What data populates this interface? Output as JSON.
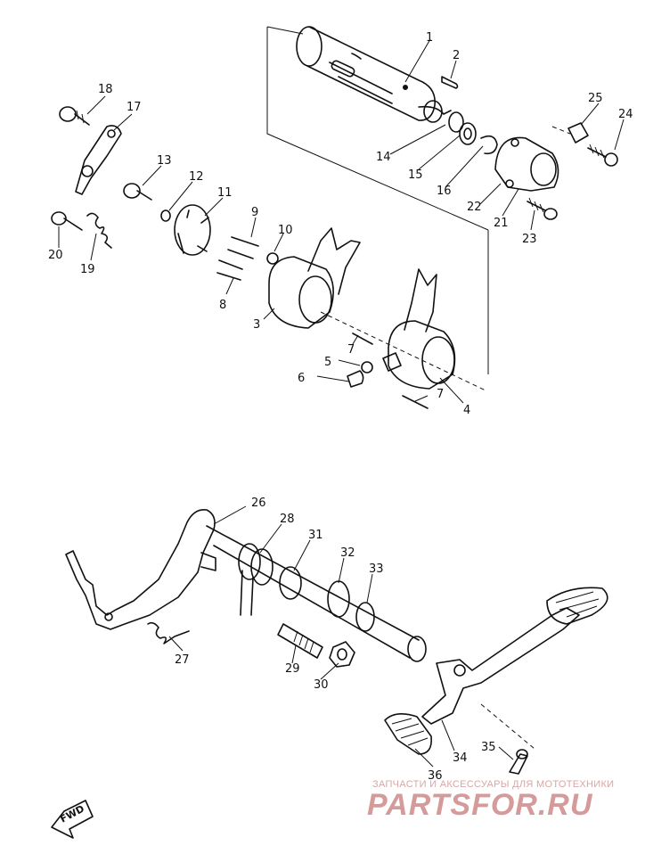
{
  "labels": {
    "l1": "1",
    "l2": "2",
    "l3": "3",
    "l4": "4",
    "l5": "5",
    "l6": "6",
    "l7a": "7",
    "l7b": "7",
    "l8": "8",
    "l9": "9",
    "l10": "10",
    "l11": "11",
    "l12": "12",
    "l13": "13",
    "l14": "14",
    "l15": "15",
    "l16": "16",
    "l17": "17",
    "l18": "18",
    "l19": "19",
    "l20": "20",
    "l21": "21",
    "l22": "22",
    "l23": "23",
    "l24": "24",
    "l25": "25",
    "l26": "26",
    "l27": "27",
    "l28": "28",
    "l29": "29",
    "l30": "30",
    "l31": "31",
    "l32": "32",
    "l33": "33",
    "l34": "34",
    "l35": "35",
    "l36": "36"
  },
  "fwd_arrow": "FWD",
  "watermark": {
    "tagline": "ЗАПЧАСТИ И АКСЕССУАРЫ ДЛЯ МОТОТЕХНИКИ",
    "logo": "PARTSFOR.RU"
  },
  "colors": {
    "line": "#111111",
    "watermark": "#d59a9a"
  }
}
